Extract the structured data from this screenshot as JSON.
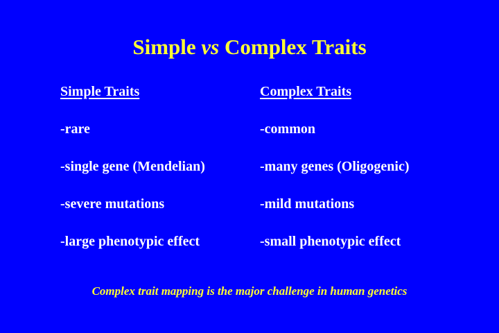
{
  "slide": {
    "background_color": "#0000FF",
    "title": {
      "part1": "Simple ",
      "vs": "vs",
      "part2": " Complex Traits",
      "color": "#FFFF33"
    },
    "left_column": {
      "heading": "Simple Traits",
      "items": [
        "-rare",
        "-single gene (Mendelian)",
        "-severe mutations",
        "-large phenotypic effect"
      ]
    },
    "right_column": {
      "heading": "Complex Traits",
      "items": [
        "-common",
        "-many genes (Oligogenic)",
        "-mild mutations",
        "-small phenotypic effect"
      ]
    },
    "footer": "Complex trait mapping is the major challenge in human genetics"
  }
}
